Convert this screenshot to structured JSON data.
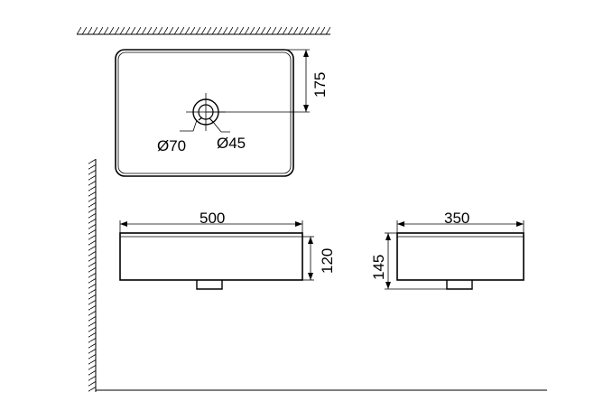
{
  "diagram": {
    "dimensions": {
      "hole_outer_diameter": "Ø70",
      "hole_inner_diameter": "Ø45",
      "top_depth": "175",
      "front_width": "500",
      "front_height": "120",
      "side_width": "350",
      "side_height": "145"
    },
    "colors": {
      "line": "#000000",
      "background": "#ffffff"
    }
  }
}
